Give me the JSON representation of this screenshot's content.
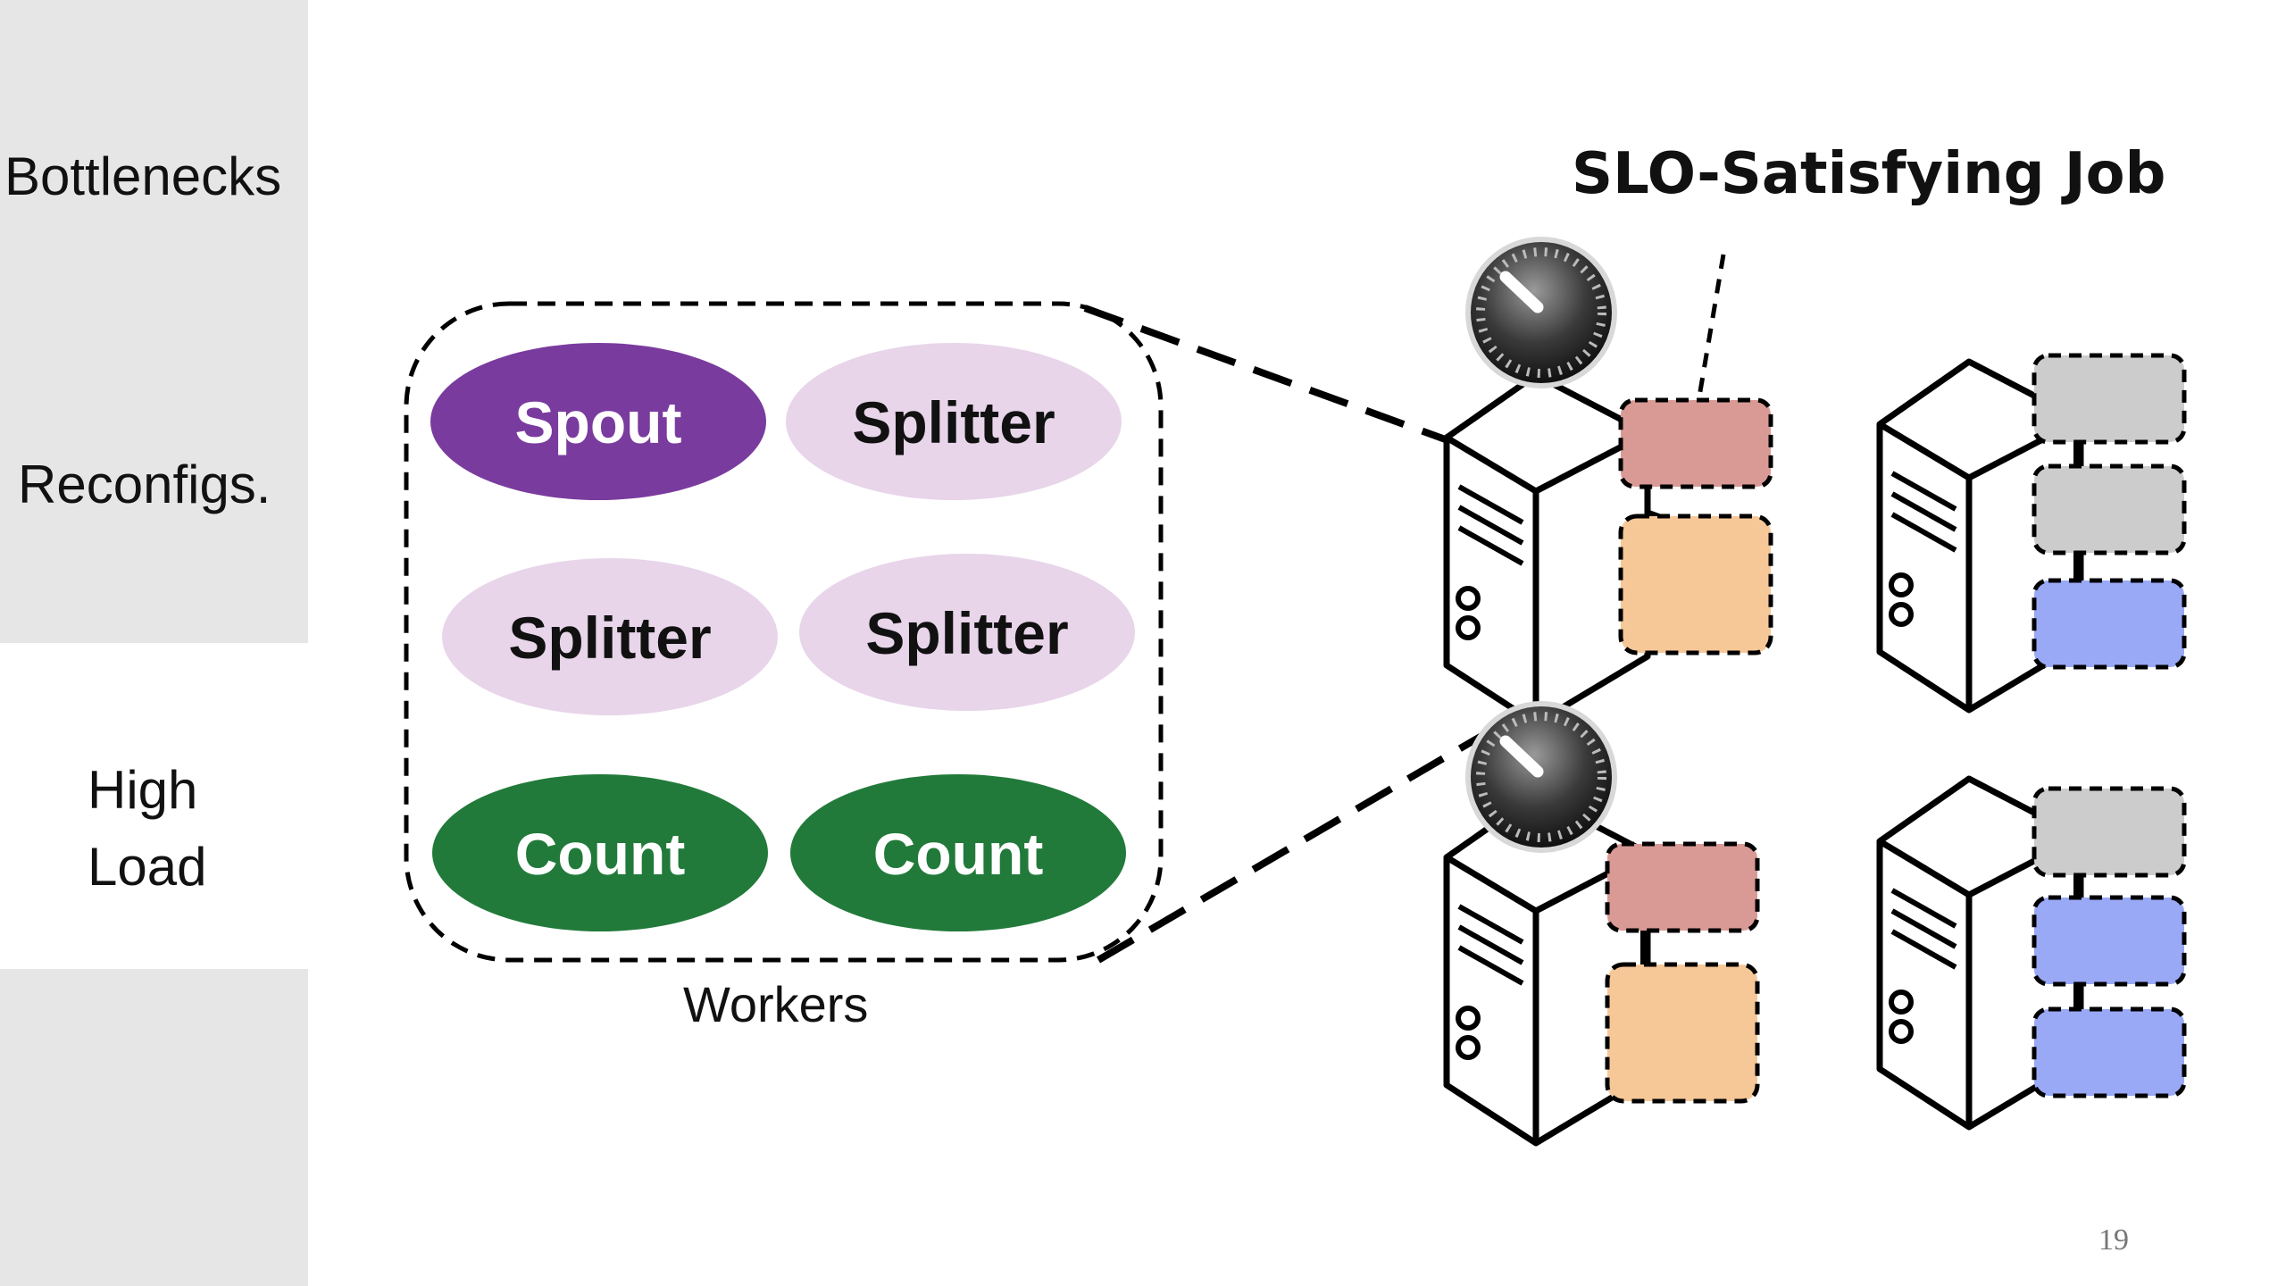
{
  "sidebar": {
    "items": [
      {
        "label": "Bottlenecks"
      },
      {
        "label": "Reconfigs."
      },
      {
        "label_line1": "High",
        "label_line2": "Load"
      }
    ]
  },
  "diagram": {
    "title": "SLO-Satisfying Job",
    "workers_label": "Workers",
    "nodes": [
      {
        "label": "Spout",
        "color": "#7a3b9e"
      },
      {
        "label": "Splitter",
        "color": "#e8d5ea"
      },
      {
        "label": "Splitter",
        "color": "#e8d5ea"
      },
      {
        "label": "Splitter",
        "color": "#e8d5ea"
      },
      {
        "label": "Count",
        "color": "#217a3a"
      },
      {
        "label": "Count",
        "color": "#217a3a"
      }
    ],
    "container_colors": {
      "red": "#d99a96",
      "orange": "#f6c898",
      "grey": "#cccccc",
      "blue": "#99a9f5"
    },
    "icons": [
      "server-icon",
      "gauge-icon"
    ]
  },
  "slide": {
    "page_number": "19"
  }
}
